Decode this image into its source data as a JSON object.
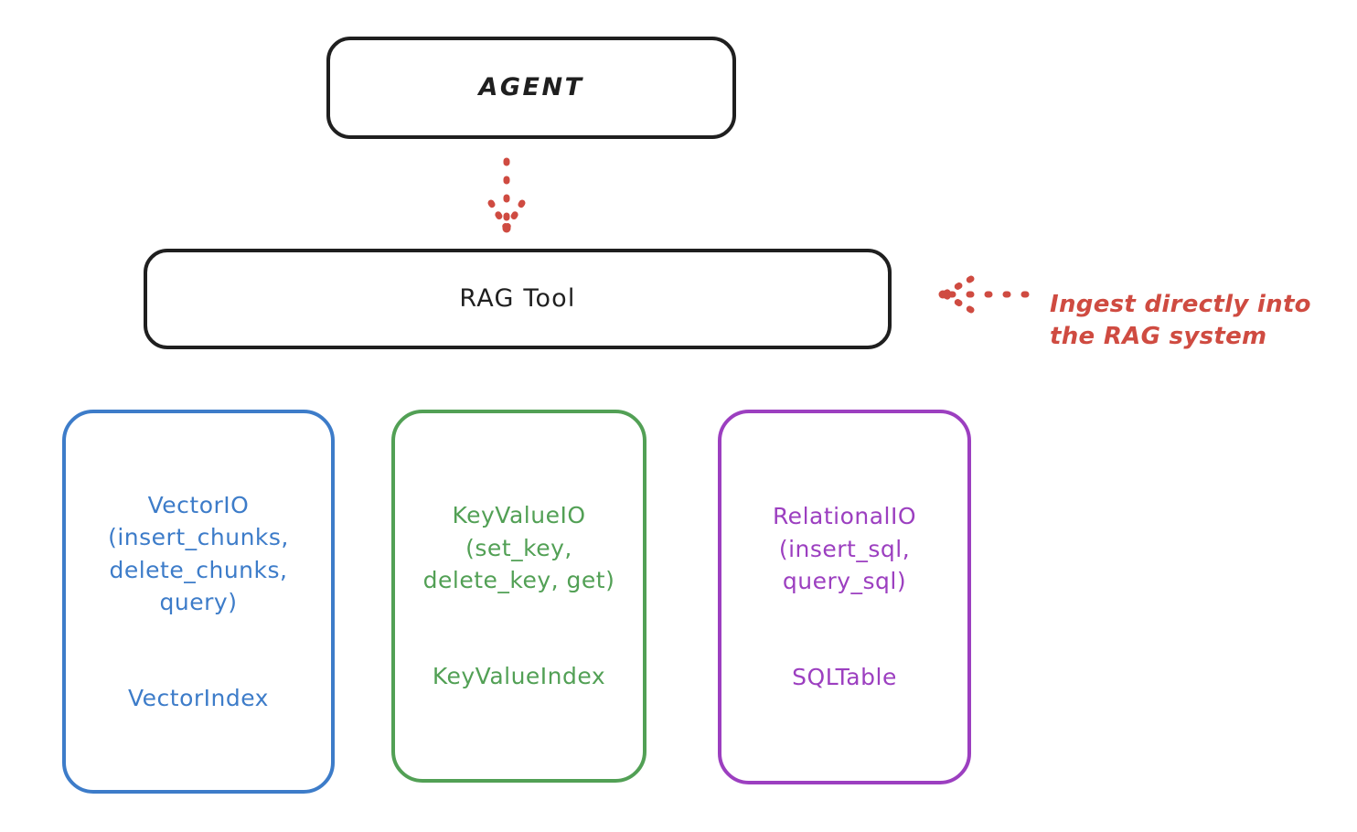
{
  "diagram": {
    "title": "RAG Tool architecture",
    "background": "#ffffff",
    "colors": {
      "black": "#1f1f1f",
      "blue": "#3d7cc9",
      "green": "#52a055",
      "purple": "#9c3fc0",
      "red": "#cf4b41"
    }
  },
  "nodes": {
    "agent": {
      "label": "AGENT",
      "color": "#1f1f1f"
    },
    "rag_tool": {
      "label": "RAG Tool",
      "color": "#1f1f1f"
    },
    "vector": {
      "api": "VectorIO\n(insert_chunks,\ndelete_chunks,\nquery)",
      "index": "VectorIndex",
      "color": "#3d7cc9"
    },
    "keyvalue": {
      "api": "KeyValueIO\n(set_key,\ndelete_key, get)",
      "index": "KeyValueIndex",
      "color": "#52a055"
    },
    "relational": {
      "api": "RelationalIO\n(insert_sql,\nquery_sql)",
      "index": "SQLTable",
      "color": "#9c3fc0"
    }
  },
  "annotations": {
    "ingest": {
      "text": "Ingest directly into\nthe RAG system",
      "color": "#cf4b41"
    }
  },
  "edges": [
    {
      "name": "agent-to-rag-tool",
      "from": "agent",
      "to": "rag_tool",
      "style": "dotted",
      "color": "#cf4b41",
      "direction": "down"
    },
    {
      "name": "ingest-to-rag-tool",
      "from": "ingest-annotation",
      "to": "rag_tool",
      "style": "dotted",
      "color": "#cf4b41",
      "direction": "left"
    }
  ]
}
